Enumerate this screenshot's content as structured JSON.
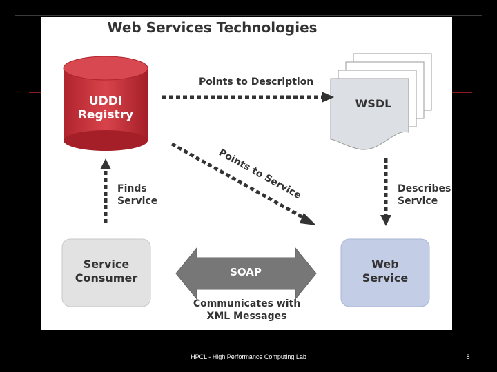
{
  "diagram": {
    "title": "Web Services Technologies",
    "nodes": {
      "uddi": {
        "line1": "UDDI",
        "line2": "Registry"
      },
      "wsdl": {
        "label": "WSDL"
      },
      "consumer": {
        "line1": "Service",
        "line2": "Consumer"
      },
      "web_service": {
        "line1": "Web",
        "line2": "Service"
      },
      "soap": {
        "label": "SOAP"
      }
    },
    "edges": {
      "points_to_description": "Points to Description",
      "points_to_service": "Points to Service",
      "finds_service": {
        "line1": "Finds",
        "line2": "Service"
      },
      "describes_service": {
        "line1": "Describes",
        "line2": "Service"
      },
      "communicates": {
        "line1": "Communicates with",
        "line2": "XML Messages"
      }
    }
  },
  "footer": {
    "text": "HPCL - High Performance Computing Lab",
    "page_number": "8"
  },
  "colors": {
    "background": "#000000",
    "panel": "#ffffff",
    "uddi_red": "#c8313a",
    "web_service_blue": "#c3cde6",
    "consumer_gray": "#e2e2e2",
    "soap_gray": "#777777",
    "text_dark": "#333333"
  }
}
